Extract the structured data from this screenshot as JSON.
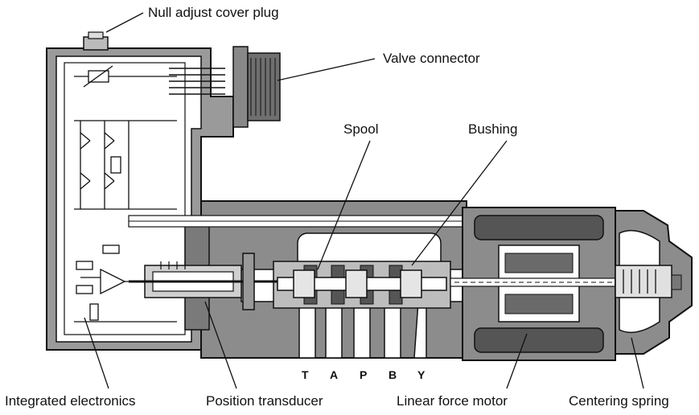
{
  "labels": {
    "null_adjust": "Null adjust cover plug",
    "valve_connector": "Valve connector",
    "spool": "Spool",
    "bushing": "Bushing",
    "integrated_electronics": "Integrated electronics",
    "position_transducer": "Position transducer",
    "linear_force_motor": "Linear force motor",
    "centering_spring": "Centering spring"
  },
  "ports": [
    "T",
    "A",
    "P",
    "B",
    "Y"
  ],
  "colors": {
    "ink": "#111111",
    "housing": "#8c8c8c",
    "dark": "#3a3a3a",
    "light": "#d9d9d9",
    "white": "#ffffff"
  }
}
